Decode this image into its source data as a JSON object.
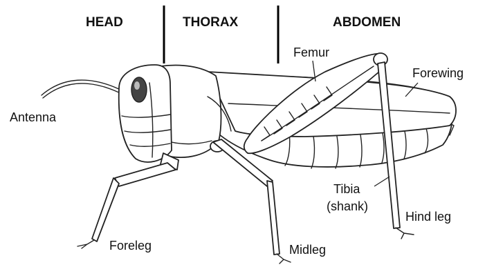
{
  "sections": {
    "head": "HEAD",
    "thorax": "THORAX",
    "abdomen": "ABDOMEN"
  },
  "labels": {
    "antenna": "Antenna",
    "femur": "Femur",
    "forewing": "Forewing",
    "tibia_line1": "Tibia",
    "tibia_line2": "(shank)",
    "hind_leg": "Hind leg",
    "foreleg": "Foreleg",
    "midleg": "Midleg"
  }
}
